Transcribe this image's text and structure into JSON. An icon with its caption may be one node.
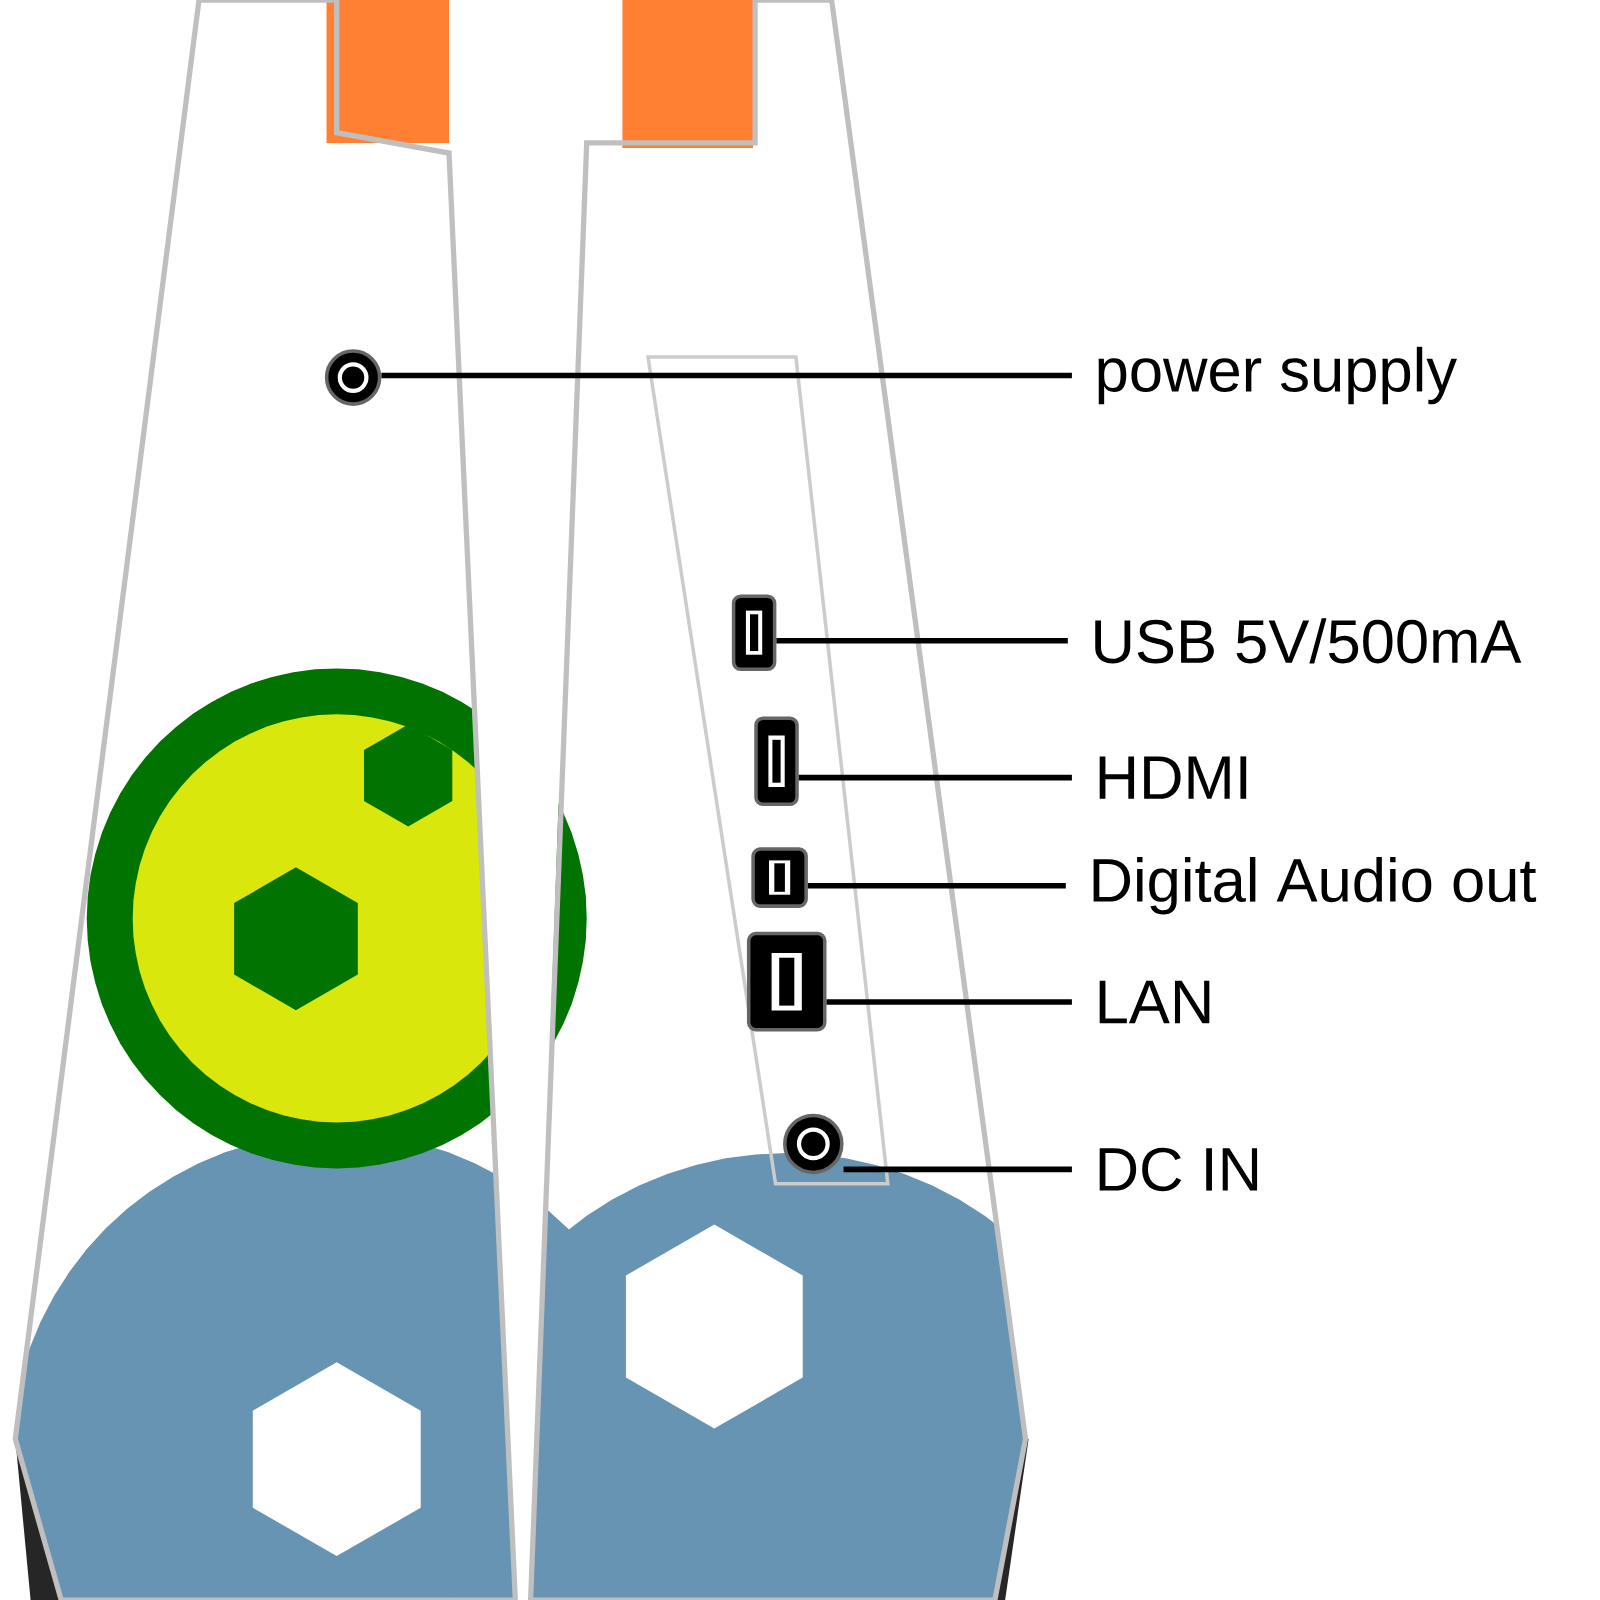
{
  "diagram": {
    "nodes": [
      {
        "text": [],
        "shape": "circle"
      },
      {
        "text": [
          "power supply"
        ]
      },
      {
        "text": [],
        "shape": "box"
      },
      {
        "text": [
          "USB 5V/500mA"
        ]
      },
      {
        "text": [],
        "shape": "box"
      },
      {
        "text": [
          "HDMI"
        ]
      },
      {
        "text": [],
        "shape": "box"
      },
      {
        "text": [
          "Digital Audio out"
        ]
      },
      {
        "text": [],
        "shape": "box"
      },
      {
        "text": [
          "LAN"
        ]
      },
      {
        "text": [],
        "shape": "circle"
      },
      {
        "text": [
          "DC IN"
        ]
      }
    ],
    "edges": [
      {
        "from": 1,
        "to": 0,
        "arrow": "none"
      },
      {
        "from": 3,
        "to": 2,
        "arrow": "none"
      },
      {
        "from": 5,
        "to": 4,
        "arrow": "none"
      },
      {
        "from": 7,
        "to": 6,
        "arrow": "none"
      },
      {
        "from": 9,
        "to": 8,
        "arrow": "none"
      },
      {
        "from": 11,
        "to": 10,
        "arrow": "none"
      }
    ]
  }
}
